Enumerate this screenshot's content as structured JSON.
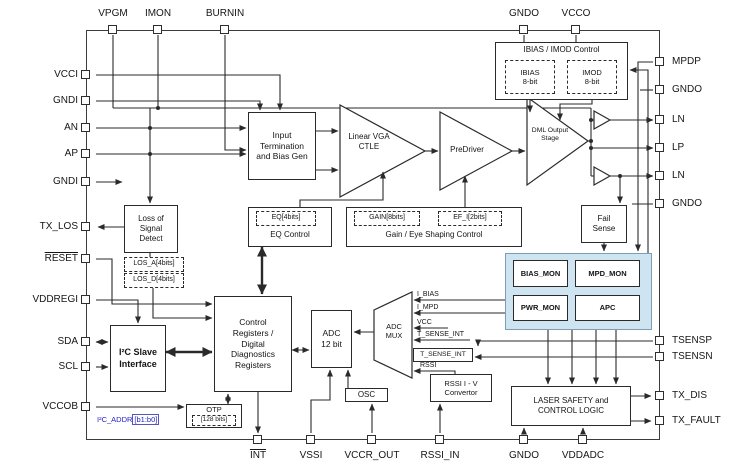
{
  "colors": {
    "monitor_bg": "#cfe4f1",
    "wire": "#2a2a2a",
    "addr_text": "#2222cc"
  },
  "pins": {
    "top": [
      "VPGM",
      "IMON",
      "BURNIN",
      "GNDO",
      "VCCO"
    ],
    "left": [
      "VCCI",
      "GNDI",
      "AN",
      "AP",
      "GNDI",
      "TX_LOS",
      "RESET",
      "VDDREGI",
      "SDA",
      "SCL",
      "VCCOB"
    ],
    "right": [
      "MPDP",
      "GNDO",
      "LN",
      "LP",
      "LN",
      "GNDO",
      "TSENSP",
      "TSENSN",
      "TX_DIS",
      "TX_FAULT"
    ],
    "bottom": [
      "INT",
      "VSSI",
      "VCCR_OUT",
      "RSSI_IN",
      "GNDO",
      "VDDADC"
    ]
  },
  "blocks": {
    "input_term": "Input\nTermination\nand Bias Gen",
    "vga": "Linear VGA\nCTLE",
    "predriver": "PreDriver",
    "dml": "DML Output\nStage",
    "ibias_ctrl_title": "IBIAS / IMOD Control",
    "ibias": "IBIAS\n8-bit",
    "imod": "IMOD\n8-bit",
    "eq_bits": "EQ[4bits]",
    "eq_label": "EQ Control",
    "gain_bits": "GAIN[8bits]",
    "ef_bits": "EF_I[2bits]",
    "gain_label": "Gain / Eye Shaping Control",
    "los": "Loss of\nSignal\nDetect",
    "los_a": "LOS_A[4bits]",
    "los_d": "LOS_D[4bits]",
    "fail_sense": "Fail\nSense",
    "bias_mon": "BIAS_MON",
    "mpd_mon": "MPD_MON",
    "pwr_mon": "PWR_MON",
    "apc": "APC",
    "ctrl_regs": "Control\nRegisters /\nDigital\nDiagnostics\nRegisters",
    "adc": "ADC\n12 bit",
    "adc_mux": "ADC\nMUX",
    "i2c": "I²C Slave\nInterface",
    "otp": "OTP",
    "otp_bits": "[128 bits]",
    "osc": "OSC",
    "rssi_iv": "RSSI I - V\nConvertor",
    "laser": "LASER SAFETY and\nCONTROL LOGIC",
    "tsense_box": "T_SENSE_INT"
  },
  "signals": {
    "i_bias": "I_BIAS",
    "i_mpd": "I_MPD",
    "vcc": "VCC",
    "t_sense_int": "T_SENSE_INT",
    "rssi": "RSSI",
    "i2c_addr_prefix": "I²C_ADDR",
    "i2c_addr_boxed": "[b1:b0]"
  }
}
